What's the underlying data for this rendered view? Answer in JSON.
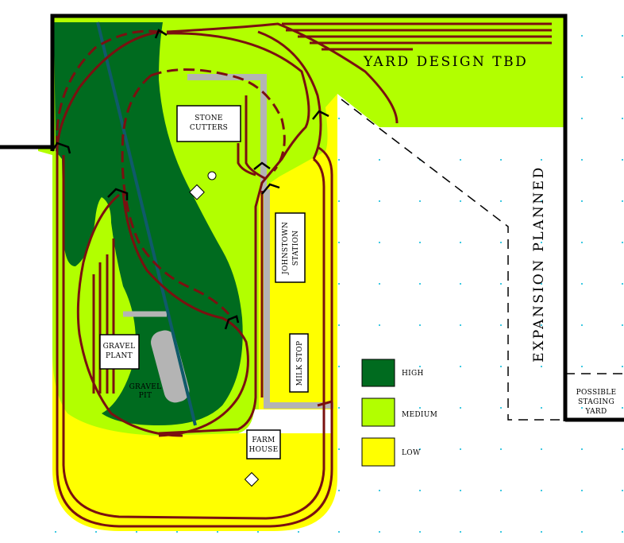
{
  "labels": {
    "yard_design": "YARD DESIGN TBD",
    "expansion": "EXPANSION PLANNED",
    "stone_cutters_1": "STONE",
    "stone_cutters_2": "CUTTERS",
    "johnstown_1": "JOHNSTOWN",
    "johnstown_2": "STATION",
    "gravel_plant_1": "GRAVEL",
    "gravel_plant_2": "PLANT",
    "gravel_pit_1": "GRAVEL",
    "gravel_pit_2": "PIT",
    "milk_stop": "MILK STOP",
    "farm_house_1": "FARM",
    "farm_house_2": "HOUSE",
    "staging_1": "POSSIBLE",
    "staging_2": "STAGING",
    "staging_3": "YARD"
  },
  "legend": [
    {
      "label": "HIGH",
      "color": "#006b1f"
    },
    {
      "label": "MEDIUM",
      "color": "#b2ff00"
    },
    {
      "label": "LOW",
      "color": "#ffff00"
    }
  ],
  "colors": {
    "high": "#006b1f",
    "medium": "#b2ff00",
    "low": "#ffff00",
    "track": "#7a1010",
    "road": "#b4b4b4",
    "river": "#0f5a6a",
    "wall": "#000000",
    "grid_dot": "#00b8d8"
  }
}
